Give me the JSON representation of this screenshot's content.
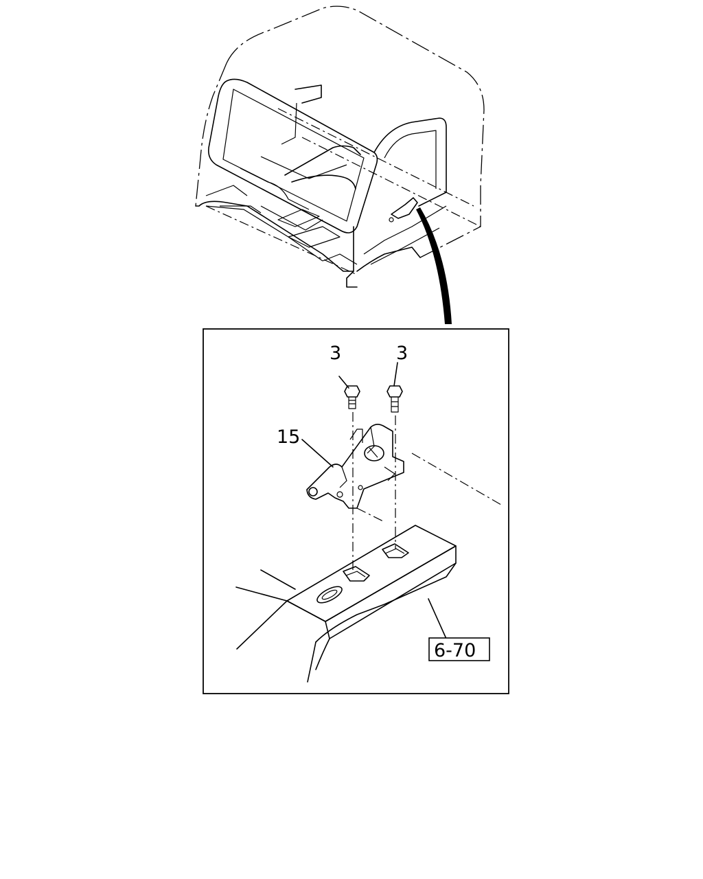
{
  "callouts": {
    "bolt_left": "3",
    "bolt_right": "3",
    "hinge": "15",
    "reference": "6-70"
  }
}
